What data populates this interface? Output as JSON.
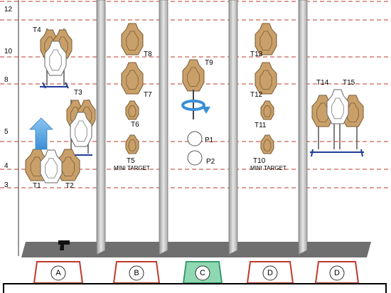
{
  "yardage_labels": [
    "12",
    "10",
    "8",
    "5",
    "4",
    "3"
  ],
  "targets": {
    "t1": "T1",
    "t2": "T2",
    "t3": "T3",
    "t4": "T4",
    "t5": "T5",
    "t6": "T6",
    "t7": "T7",
    "t8": "T8",
    "t9": "T9",
    "t10": "T10",
    "t11": "T11",
    "t12": "T12",
    "t13": "T13",
    "t14": "T14",
    "t15": "T15",
    "p1": "P1",
    "p2": "P2"
  },
  "mini_target_label_left": "MINI TARGET",
  "mini_target_label_right": "MINI TARGET",
  "shooting_boxes": [
    "A",
    "B",
    "C",
    "D",
    "D"
  ],
  "colors": {
    "target_tan": "#c9a06a",
    "target_edge": "#7a5a30",
    "dash_red": "#c0392b",
    "box_red": "#c0392b",
    "box_green": "#8fd9b2",
    "arrow_blue": "#66aee6",
    "barrier_grey": "#c8c8c8",
    "floor_grey": "#6f6f6f",
    "stand_blue": "#1f3d99"
  },
  "icons": [
    "gun-icon",
    "forward-arrow-icon",
    "rotation-arrow-icon"
  ],
  "note_text": ""
}
